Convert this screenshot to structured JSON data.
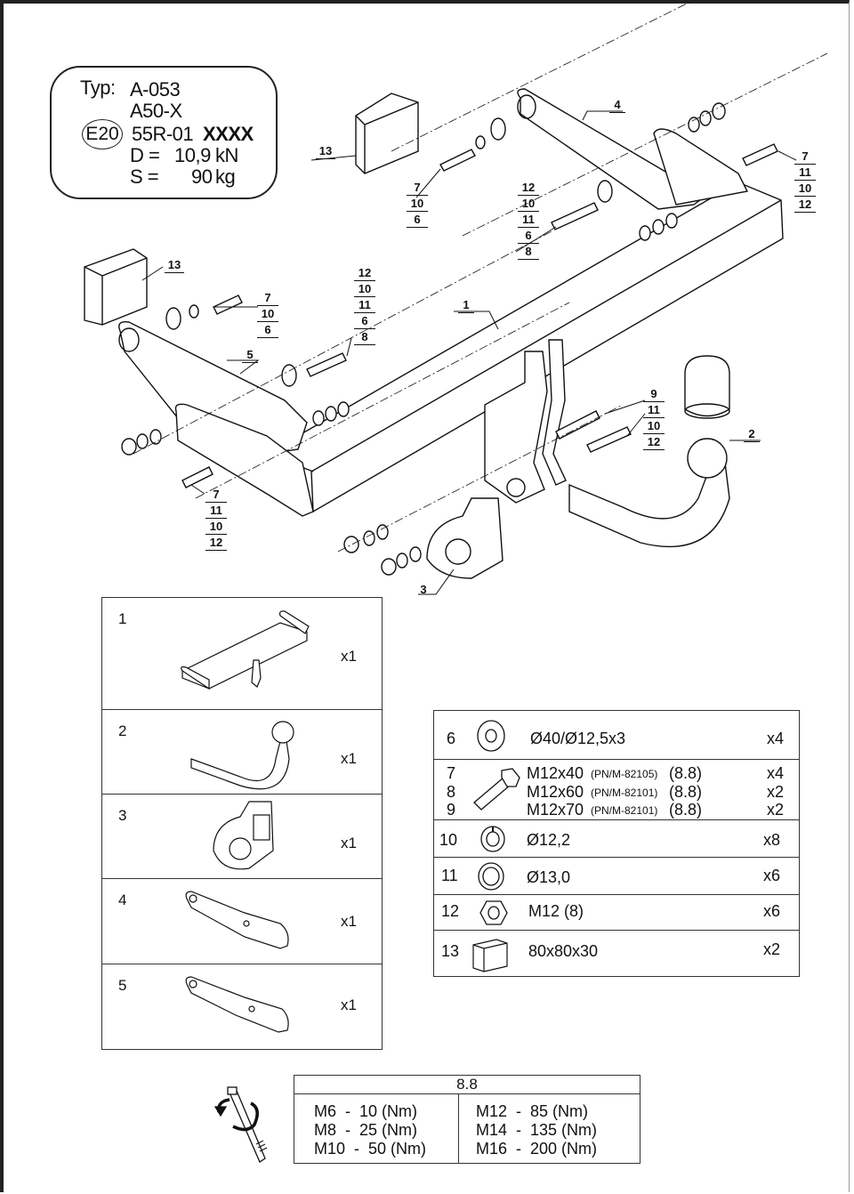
{
  "type_plate": {
    "typ_label": "Typ:",
    "typ_value": "A-053",
    "variant": "A50-X",
    "approval_mark": "E20",
    "approval_number": "55R-01",
    "approval_suffix": "XXXX",
    "d_label": "D =",
    "d_value": "10,9",
    "d_unit": "kN",
    "s_label": "S =",
    "s_value": "90",
    "s_unit": "kg"
  },
  "diagram": {
    "callouts": {
      "c1": "1",
      "c2": "2",
      "c3": "3",
      "c4": "4",
      "c5": "5",
      "c13a": "13",
      "c13b": "13"
    },
    "stacks": {
      "s_left_top": [
        "7",
        "10",
        "6"
      ],
      "s_center_top": [
        "12",
        "10",
        "11",
        "6",
        "8"
      ],
      "s_right_top": [
        "7",
        "11",
        "10",
        "12"
      ],
      "s_left_mid": [
        "7",
        "10",
        "6"
      ],
      "s_left_mid2": [
        "12",
        "10",
        "11",
        "6",
        "8"
      ],
      "s_right_mid": [
        "9",
        "11",
        "10",
        "12"
      ],
      "s_left_bot": [
        "7",
        "11",
        "10",
        "12"
      ]
    }
  },
  "parts_list": [
    {
      "num": "1",
      "qty": "x1",
      "icon": "crossbar-icon"
    },
    {
      "num": "2",
      "qty": "x1",
      "icon": "tow-ball-icon"
    },
    {
      "num": "3",
      "qty": "x1",
      "icon": "socket-plate-icon"
    },
    {
      "num": "4",
      "qty": "x1",
      "icon": "right-bracket-icon"
    },
    {
      "num": "5",
      "qty": "x1",
      "icon": "left-bracket-icon"
    }
  ],
  "bom": {
    "r6": {
      "num": "6",
      "desc": "Ø40/Ø12,5x3",
      "qty": "x4",
      "icon": "washer-icon"
    },
    "bolts": [
      {
        "num": "7",
        "desc": "M12x40",
        "std": "(PN/M-82105)",
        "grade": "(8.8)",
        "qty": "x4"
      },
      {
        "num": "8",
        "desc": "M12x60",
        "std": "(PN/M-82101)",
        "grade": "(8.8)",
        "qty": "x2"
      },
      {
        "num": "9",
        "desc": "M12x70",
        "std": "(PN/M-82101)",
        "grade": "(8.8)",
        "qty": "x2"
      }
    ],
    "bolt_icon": "bolt-icon",
    "r10": {
      "num": "10",
      "desc": "Ø12,2",
      "qty": "x8",
      "icon": "spring-washer-icon"
    },
    "r11": {
      "num": "11",
      "desc": "Ø13,0",
      "qty": "x6",
      "icon": "flat-washer-icon"
    },
    "r12": {
      "num": "12",
      "desc": "M12 (8)",
      "qty": "x6",
      "icon": "nut-icon"
    },
    "r13": {
      "num": "13",
      "desc": "80x80x30",
      "qty": "x2",
      "icon": "spacer-block-icon"
    }
  },
  "torque": {
    "grade": "8.8",
    "left": [
      "M6  -  10 (Nm)",
      "M8  -  25 (Nm)",
      "M10  -  50 (Nm)"
    ],
    "right": [
      "M12  -  85 (Nm)",
      "M14  -  135 (Nm)",
      "M16  -  200 (Nm)"
    ],
    "icon": "torque-wrench-icon"
  }
}
